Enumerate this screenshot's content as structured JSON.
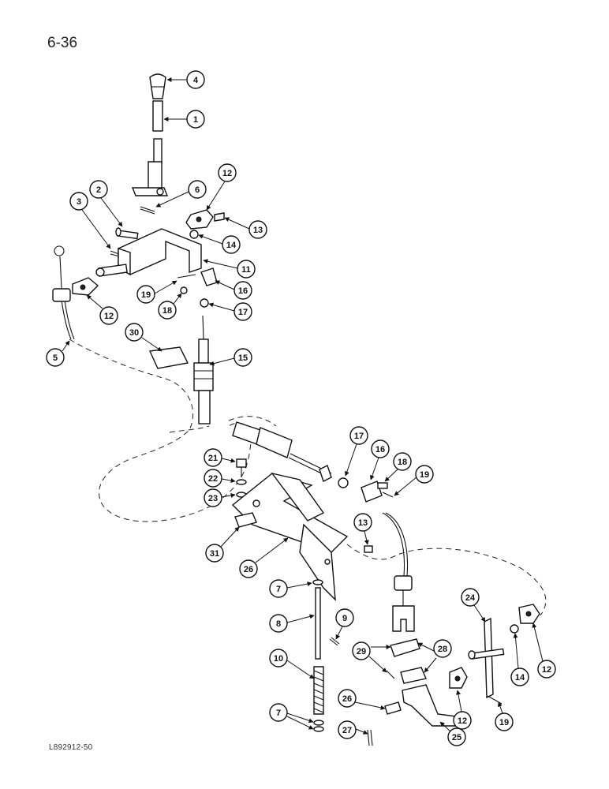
{
  "page": {
    "number": "6-36",
    "figure_code": "L892912-50"
  },
  "callouts": [
    "4",
    "1",
    "2",
    "3",
    "6",
    "12",
    "13",
    "14",
    "11",
    "16",
    "19",
    "18",
    "17",
    "12",
    "5",
    "30",
    "15",
    "21",
    "22",
    "23",
    "17",
    "16",
    "18",
    "19",
    "13",
    "31",
    "26",
    "7",
    "8",
    "9",
    "24",
    "12",
    "14",
    "29",
    "28",
    "10",
    "26",
    "7",
    "27",
    "25",
    "12",
    "19"
  ]
}
